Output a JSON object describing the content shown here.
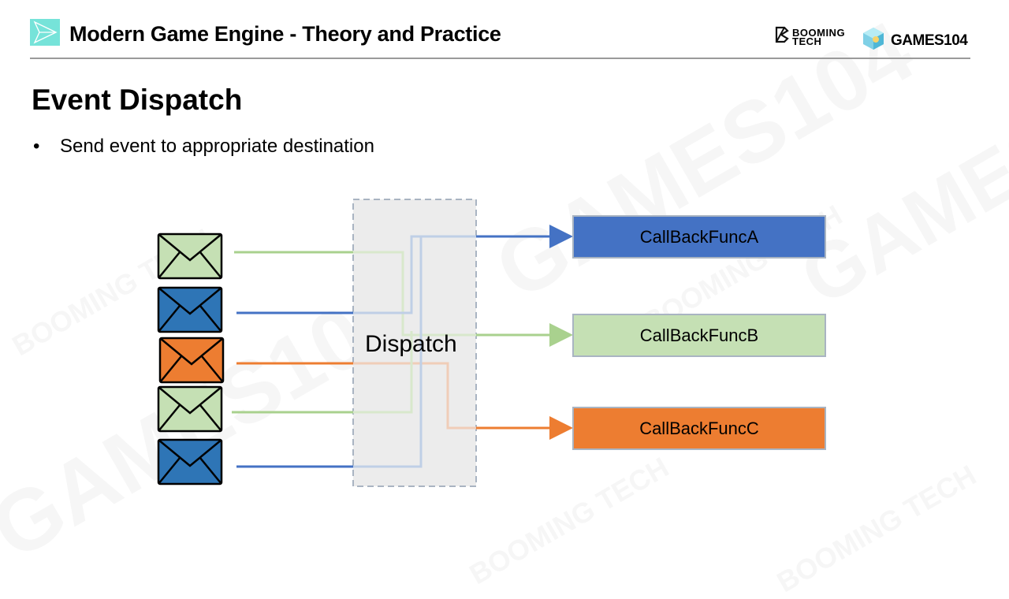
{
  "header": {
    "title": "Modern Game Engine - Theory and Practice",
    "logo_icon": "paper-plane-icon",
    "brands": [
      {
        "name": "BOOMING TECH",
        "line1": "BOOMING",
        "line2": "TECH",
        "icon": "booming-tech-logo-icon"
      },
      {
        "name": "GAMES104",
        "icon": "games104-cube-icon"
      }
    ]
  },
  "slide": {
    "title": "Event Dispatch",
    "bullets": [
      "Send event to appropriate destination"
    ]
  },
  "diagram": {
    "dispatcher_label": "Dispatch",
    "colors": {
      "green_fill": "#c5e0b4",
      "green_line": "#a9d18e",
      "blue_fill": "#2e75b6",
      "blue_line": "#4472c4",
      "orange_fill": "#ed7d31",
      "orange_line": "#ed7d31",
      "dispatcher_fill": "#ececec",
      "dispatcher_border": "#a9b4c2"
    },
    "events": [
      {
        "color": "green",
        "target": "CallBackFuncB"
      },
      {
        "color": "blue",
        "target": "CallBackFuncA"
      },
      {
        "color": "orange",
        "target": "CallBackFuncC"
      },
      {
        "color": "green",
        "target": "CallBackFuncB"
      },
      {
        "color": "blue",
        "target": "CallBackFuncA"
      }
    ],
    "callbacks": [
      {
        "label": "CallBackFuncA",
        "fill": "#4472c4"
      },
      {
        "label": "CallBackFuncB",
        "fill": "#c5e0b4"
      },
      {
        "label": "CallBackFuncC",
        "fill": "#ed7d31"
      }
    ]
  },
  "watermarks": [
    "GAMES104",
    "BOOMING TECH"
  ]
}
